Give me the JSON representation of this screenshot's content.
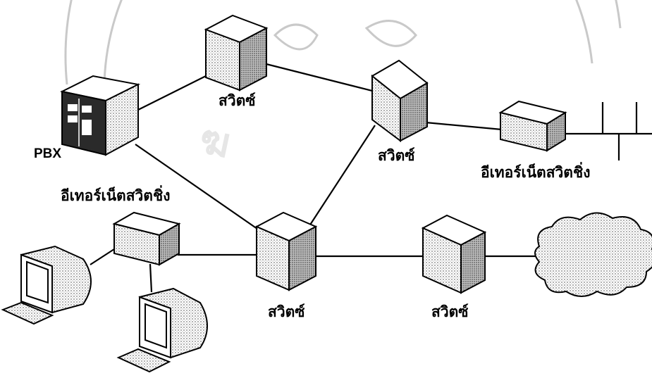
{
  "diagram": {
    "labels": {
      "pbx": "PBX",
      "switch_top": "สวิตซ์",
      "switch_mid": "สวิตซ์",
      "switch_center": "สวิตซ์",
      "switch_right": "สวิตซ์",
      "ethernet_left": "อีเทอร์เน็ตสวิตชิ่ง",
      "ethernet_right": "อีเทอร์เน็ตสวิตชิ่ง"
    },
    "colors": {
      "line": "#000000",
      "box_face": "#ffffff",
      "box_shade": "#9a9a9a",
      "watermark": "#c9c9c9"
    },
    "icons": [
      "pbx-icon",
      "switch-icon",
      "ethernet-switch-icon",
      "computer-icon",
      "cloud-icon",
      "bus-network-icon"
    ]
  }
}
